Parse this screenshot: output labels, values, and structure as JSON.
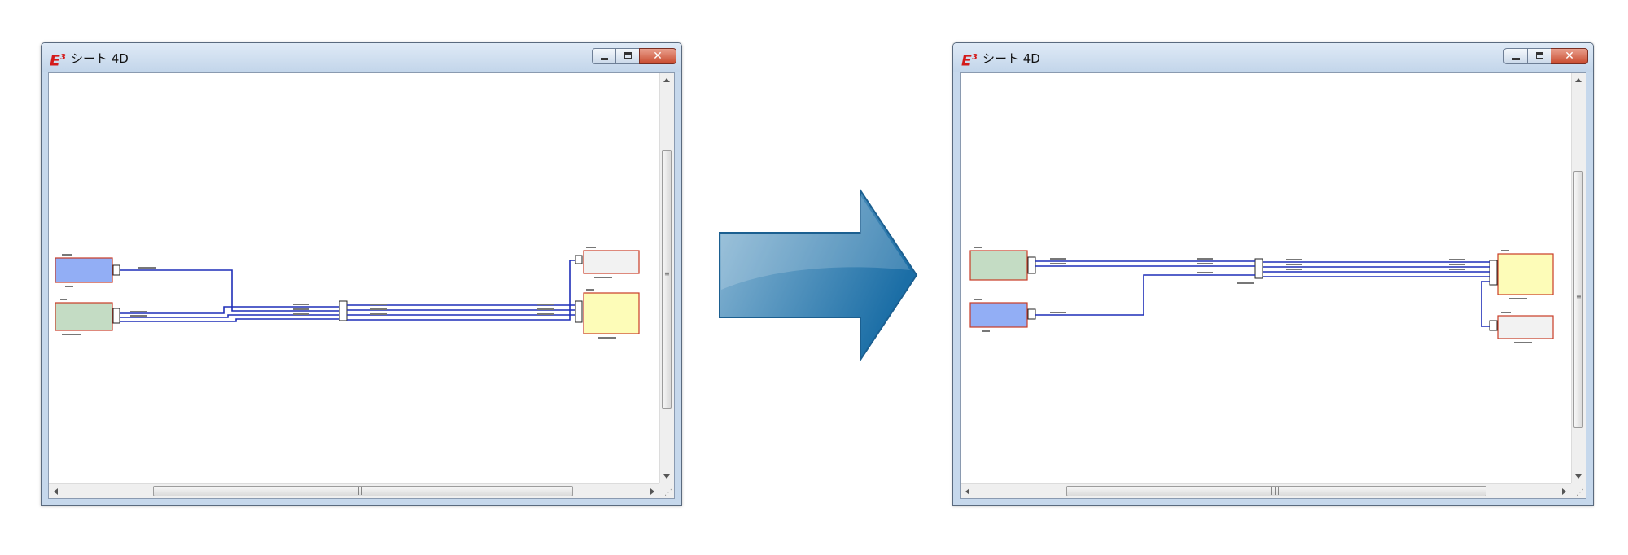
{
  "windows": [
    {
      "title": "シート 4D",
      "logo": {
        "letter": "E",
        "sup": "3"
      }
    },
    {
      "title": "シート 4D",
      "logo": {
        "letter": "E",
        "sup": "3"
      }
    }
  ],
  "colors": {
    "wire": "#1f2fb8",
    "switch_fill": "#92aef5",
    "controller_fill": "#c4dcc4",
    "relay_fill": "#fdfcb8",
    "solenoid_fill": "#f2f2f2",
    "block_border": "#c93b25",
    "arrow_start": "#8fbad6",
    "arrow_end": "#1b6ea6"
  },
  "icons": {
    "logo": "e3-logo-icon",
    "minimize": "minimize-icon",
    "maximize": "maximize-icon",
    "close": "close-icon",
    "arrow": "right-arrow-icon"
  }
}
